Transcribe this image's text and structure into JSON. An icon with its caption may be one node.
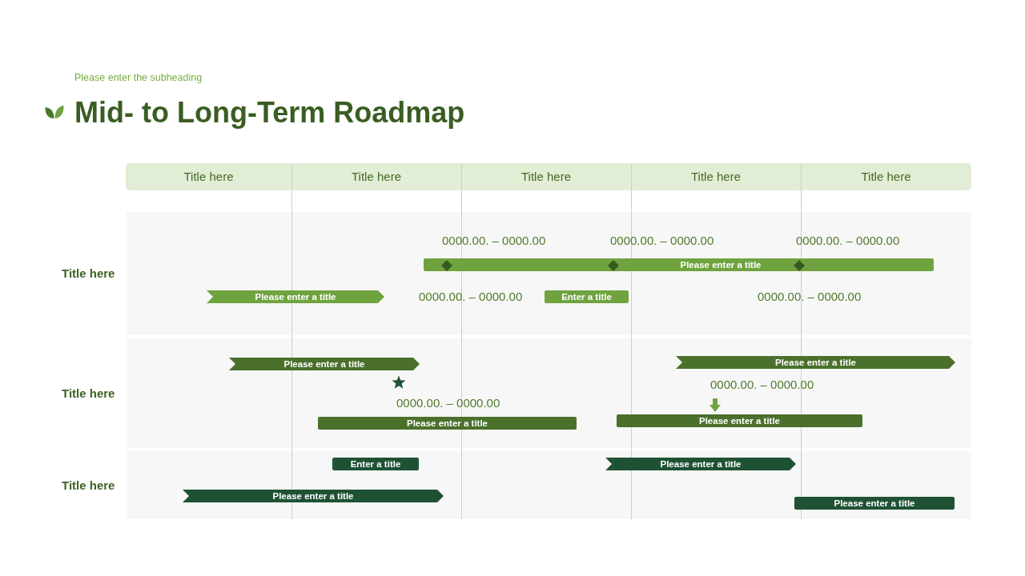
{
  "diagram": {
    "title": "Mid- to Long-Term Roadmap",
    "nodes": [
      {
        "text": [
          "Title here"
        ]
      },
      {
        "text": [
          "Title here"
        ]
      },
      {
        "text": [
          "Title here"
        ]
      },
      {
        "text": [
          "Title here"
        ]
      },
      {
        "text": [
          "Title here"
        ]
      },
      {
        "text": [
          "Title here"
        ]
      },
      {
        "text": [
          "Please enter a title"
        ],
        "in": 5
      },
      {
        "text": [
          "Please enter a title"
        ],
        "in": 5
      },
      {
        "text": [
          "Enter a title"
        ],
        "in": 5
      },
      {
        "text": [
          "Title here"
        ]
      },
      {
        "text": [
          "Please enter a title"
        ],
        "in": 9
      },
      {
        "text": [
          "Please enter a title"
        ],
        "in": 9
      },
      {
        "text": [
          "Please enter a title"
        ],
        "in": 9
      },
      {
        "text": [
          "Please enter a title"
        ],
        "in": 9
      },
      {
        "text": [
          "Title here"
        ]
      },
      {
        "text": [
          "Enter a title"
        ],
        "in": 14
      },
      {
        "text": [
          "Please enter a title"
        ],
        "in": 14
      },
      {
        "text": [
          "Please enter a title"
        ],
        "in": 14
      },
      {
        "text": [
          "Please enter a title"
        ],
        "in": 14
      }
    ],
    "labels": [
      "Please enter the subheading",
      "0000.00. – 0000.00",
      "0000.00. – 0000.00",
      "0000.00. – 0000.00",
      "0000.00. – 0000.00",
      "0000.00. – 0000.00",
      "0000.00. – 0000.00",
      "0000.00. – 0000.00"
    ]
  }
}
